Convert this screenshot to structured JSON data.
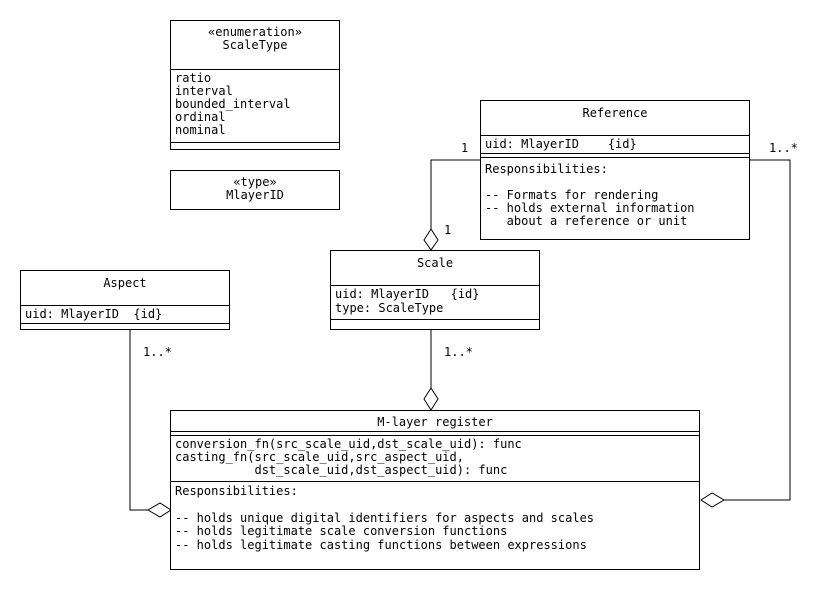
{
  "scale_type": {
    "stereotype": "«enumeration»",
    "name": "ScaleType",
    "values": [
      "ratio",
      "interval",
      "bounded_interval",
      "ordinal",
      "nominal"
    ]
  },
  "mlayer_id": {
    "stereotype": "«type»",
    "name": "MlayerID"
  },
  "reference": {
    "name": "Reference",
    "attr_uid": "uid: MlayerID    {id}",
    "responsibilities_label": "Responsibilities:",
    "responsibilities": [
      "-- Formats for rendering",
      "-- holds external information",
      "   about a reference or unit"
    ]
  },
  "aspect": {
    "name": "Aspect",
    "attr_uid": "uid: MlayerID  {id}"
  },
  "scale": {
    "name": "Scale",
    "attr_uid": "uid: MlayerID   {id}",
    "attr_type": "type: ScaleType"
  },
  "register": {
    "name": "M-layer register",
    "methods": [
      "conversion_fn(src_scale_uid,dst_scale_uid): func",
      "casting_fn(src_scale_uid,src_aspect_uid,",
      "           dst_scale_uid,dst_aspect_uid): func"
    ],
    "responsibilities_label": "Responsibilities:",
    "responsibilities": [
      "-- holds unique digital identifiers for aspects and scales",
      "-- holds legitimate scale conversion functions",
      "-- holds legitimate casting functions between expressions"
    ]
  },
  "multiplicities": {
    "ref_scale_ref_end": "1",
    "ref_scale_scale_end": "1",
    "ref_register": "1..*",
    "aspect_register": "1..*",
    "scale_register": "1..*"
  }
}
